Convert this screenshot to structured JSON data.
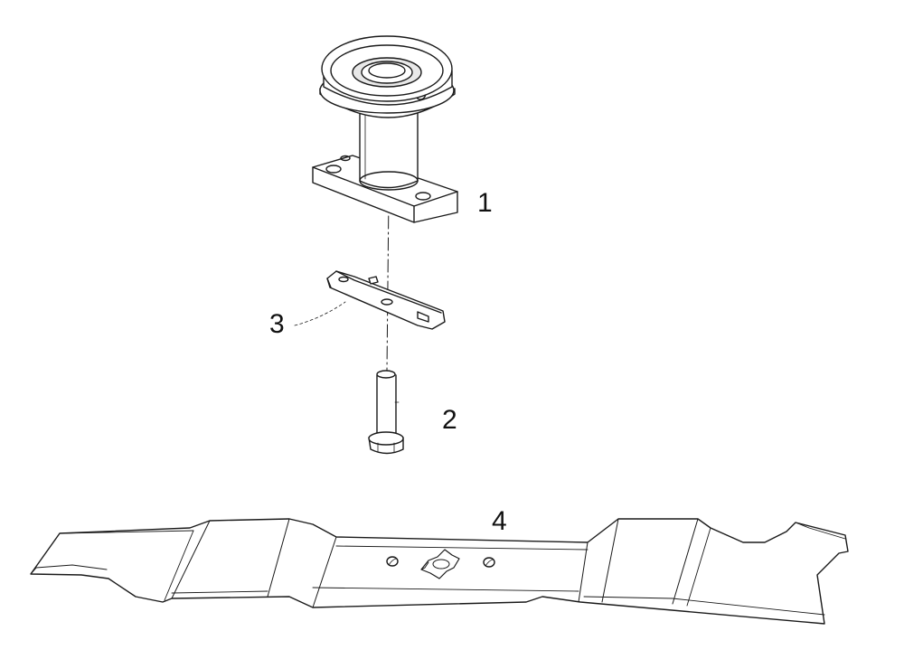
{
  "diagram": {
    "callouts": [
      {
        "id": "1",
        "label": "1",
        "part": "pulley-spindle-housing"
      },
      {
        "id": "2",
        "label": "2",
        "part": "bolt"
      },
      {
        "id": "3",
        "label": "3",
        "part": "blade-adapter-plate"
      },
      {
        "id": "4",
        "label": "4",
        "part": "mower-blade"
      }
    ],
    "colors": {
      "line": "#1a1a1a",
      "fill": "#ffffff",
      "shade": "#d9d9d9",
      "dark": "#555555"
    }
  }
}
